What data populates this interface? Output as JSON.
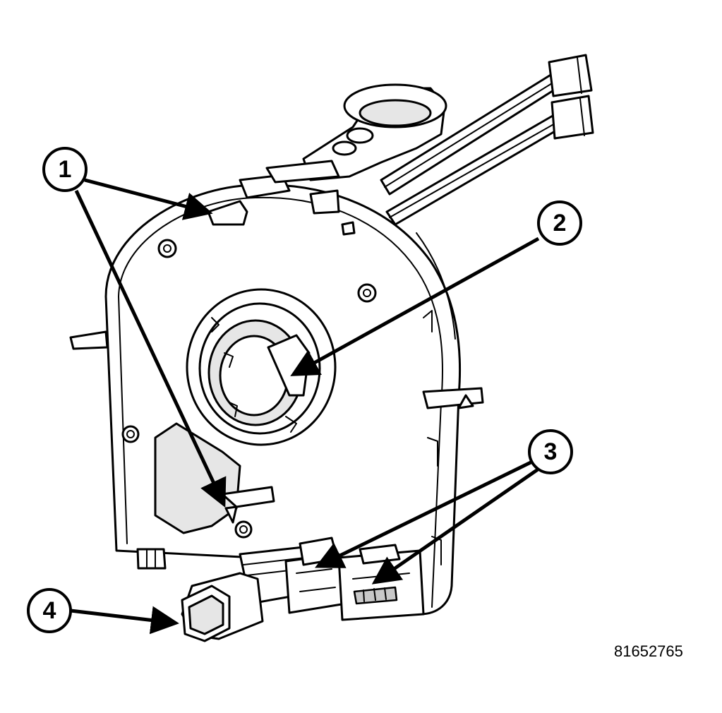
{
  "callouts": [
    {
      "number": "1"
    },
    {
      "number": "2"
    },
    {
      "number": "3"
    },
    {
      "number": "4"
    }
  ],
  "figure_id": "81652765"
}
